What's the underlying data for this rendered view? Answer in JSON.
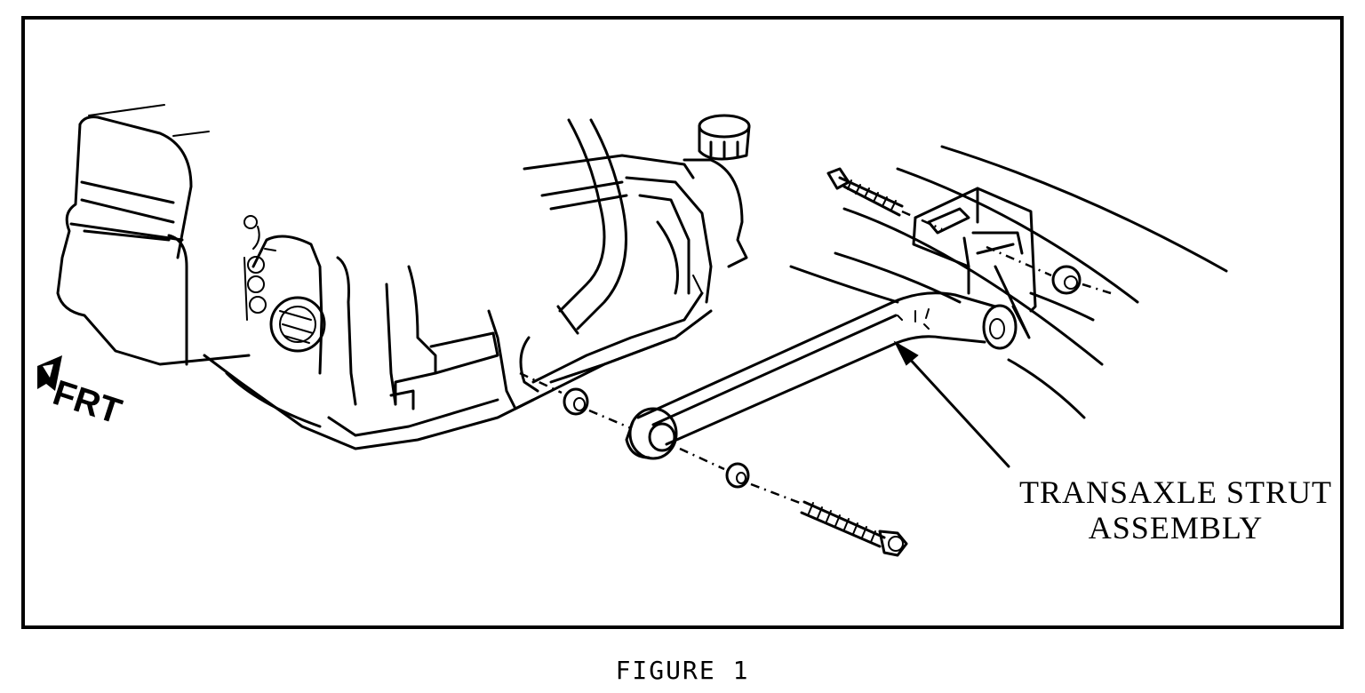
{
  "figure": {
    "caption": "FIGURE 1",
    "callout_line1": "TRANSAXLE STRUT",
    "callout_line2": "ASSEMBLY",
    "direction_label": "FRT",
    "direction_icon": "front-arrow-icon"
  }
}
